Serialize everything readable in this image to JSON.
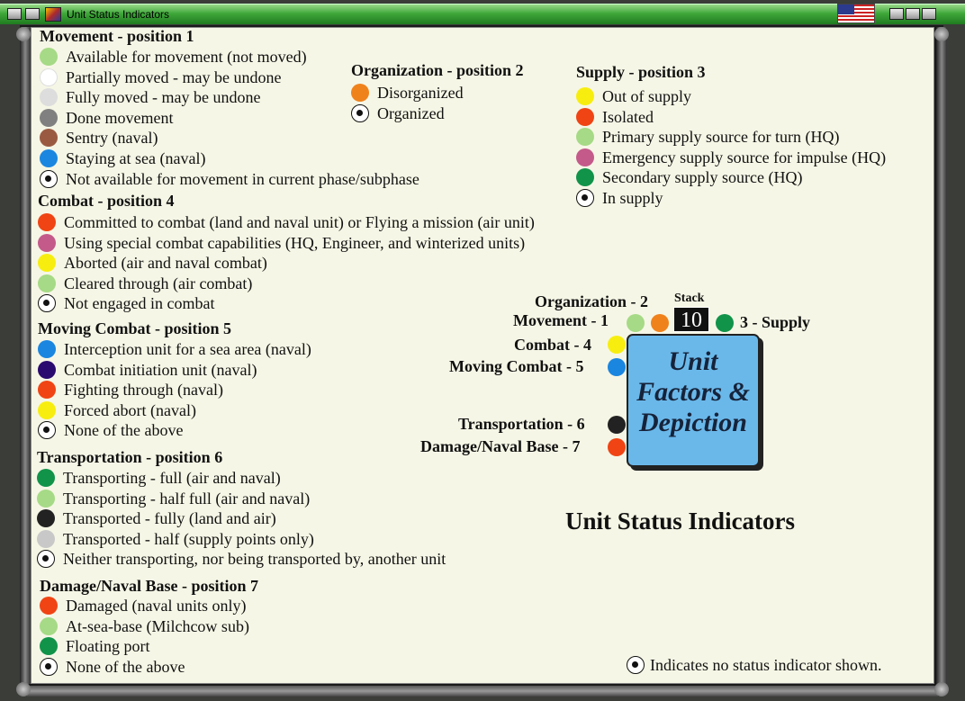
{
  "window": {
    "title": "Unit Status Indicators"
  },
  "colors": {
    "light_green": "#a6da86",
    "white": "#ffffff",
    "light_gray": "#dddddd",
    "gray": "#808080",
    "brown": "#9a5a42",
    "blue": "#1a86e0",
    "orange": "#f0821c",
    "yellow": "#f7ee10",
    "red": "#f04414",
    "magenta": "#c45a8a",
    "green": "#11934a",
    "navy": "#2a0a6e",
    "black": "#222222",
    "silver": "#c8c8c8"
  },
  "movement": {
    "heading": "Movement - position 1",
    "items": [
      {
        "color": "light_green",
        "label": "Available for movement (not moved)"
      },
      {
        "color": "white",
        "label": "Partially moved - may be undone"
      },
      {
        "color": "light_gray",
        "label": "Fully moved - may be undone"
      },
      {
        "color": "gray",
        "label": "Done movement"
      },
      {
        "color": "brown",
        "label": "Sentry (naval)"
      },
      {
        "color": "blue",
        "label": "Staying at sea (naval)"
      },
      {
        "color": "none",
        "label": "Not available for movement in current phase/subphase"
      }
    ]
  },
  "organization": {
    "heading": "Organization - position 2",
    "items": [
      {
        "color": "orange",
        "label": "Disorganized"
      },
      {
        "color": "none",
        "label": "Organized"
      }
    ]
  },
  "supply": {
    "heading": "Supply - position 3",
    "items": [
      {
        "color": "yellow",
        "label": "Out of supply"
      },
      {
        "color": "red",
        "label": "Isolated"
      },
      {
        "color": "light_green",
        "label": "Primary supply source for turn (HQ)"
      },
      {
        "color": "magenta",
        "label": "Emergency supply source for impulse (HQ)"
      },
      {
        "color": "green",
        "label": "Secondary supply source (HQ)"
      },
      {
        "color": "none",
        "label": "In supply"
      }
    ]
  },
  "combat": {
    "heading": "Combat - position 4",
    "items": [
      {
        "color": "red",
        "label": "Committed to combat (land and naval unit) or Flying a mission (air unit)"
      },
      {
        "color": "magenta",
        "label": "Using special combat capabilities (HQ, Engineer, and winterized units)"
      },
      {
        "color": "yellow",
        "label": "Aborted (air and naval combat)"
      },
      {
        "color": "light_green",
        "label": "Cleared through (air combat)"
      },
      {
        "color": "none",
        "label": "Not engaged in combat"
      }
    ]
  },
  "moving_combat": {
    "heading": "Moving Combat - position 5",
    "items": [
      {
        "color": "blue",
        "label": "Interception unit for a sea area (naval)"
      },
      {
        "color": "navy",
        "label": "Combat initiation unit (naval)"
      },
      {
        "color": "red",
        "label": "Fighting through (naval)"
      },
      {
        "color": "yellow",
        "label": "Forced abort (naval)"
      },
      {
        "color": "none",
        "label": "None of the above"
      }
    ]
  },
  "transportation": {
    "heading": "Transportation - position 6",
    "items": [
      {
        "color": "green",
        "label": "Transporting - full (air and naval)"
      },
      {
        "color": "light_green",
        "label": "Transporting - half full (air and naval)"
      },
      {
        "color": "black",
        "label": "Transported - fully (land and air)"
      },
      {
        "color": "silver",
        "label": "Transported - half (supply points only)"
      },
      {
        "color": "none",
        "label": "Neither transporting, nor being transported by, another unit"
      }
    ]
  },
  "damage": {
    "heading": "Damage/Naval Base -  position 7",
    "items": [
      {
        "color": "red",
        "label": "Damaged (naval units only)"
      },
      {
        "color": "light_green",
        "label": "At-sea-base (Milchcow sub)"
      },
      {
        "color": "green",
        "label": "Floating port"
      },
      {
        "color": "none",
        "label": "None of the above"
      }
    ]
  },
  "diagram": {
    "organization_label": "Organization - 2",
    "stack_label": "Stack",
    "stack_value": "10",
    "movement_label": "Movement - 1",
    "supply_label": "3 - Supply",
    "combat_label": "Combat - 4",
    "moving_combat_label": "Moving Combat - 5",
    "transportation_label": "Transportation - 6",
    "damage_label": "Damage/Naval Base - 7",
    "card_line1": "Unit",
    "card_line2": "Factors &",
    "card_line3": "Depiction"
  },
  "page_title": "Unit Status Indicators",
  "footnote": "Indicates no status indicator shown."
}
